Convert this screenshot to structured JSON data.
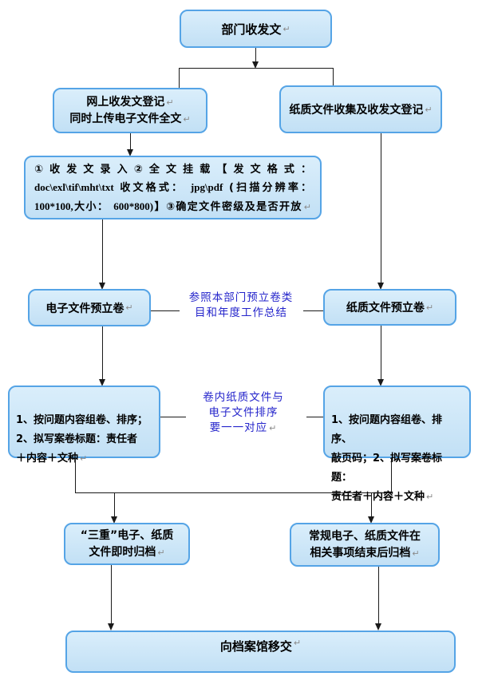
{
  "return_mark": "↵",
  "colors": {
    "node_fill_top": "#daeefb",
    "node_fill_bottom": "#c2e0f5",
    "node_border": "#55a4e6",
    "text": "#000000",
    "annotation": "#2424cb",
    "connector": "#1a1a1a",
    "return_mark_color": "#8a8a8a"
  },
  "nodes": {
    "n1": {
      "text": "部门收发文"
    },
    "n2": {
      "line1": "网上收发文登记",
      "line2": "同时上传电子文件全文"
    },
    "n3": {
      "text": "纸质文件收集及收发文登记"
    },
    "n4": {
      "l1": "①收发文录入②全文挂载【发文格式：",
      "l2a": "doc\\exl\\tif\\mht\\txt",
      "l2b": " 收文格式： ",
      "l2c": "jpg\\pdf",
      "l2d": " (扫描分辨率：",
      "l3a": "100*100,",
      "l3b": "大小： ",
      "l3c": "600*800)",
      "l3d": "】③确定文件密级及是否开放"
    },
    "n5": {
      "text": "电子文件预立卷"
    },
    "n6": {
      "text": "纸质文件预立卷"
    },
    "n7": {
      "text": "1、按问题内容组卷、排序；\n2、拟写案卷标题：责任者\n＋内容＋文种"
    },
    "n8": {
      "text": "1、按问题内容组卷、排序、\n敲页码；2、拟写案卷标题：\n责任者＋内容＋文种"
    },
    "n9": {
      "line1": "“三重”电子、纸质",
      "line2": "文件即时归档"
    },
    "n10": {
      "line1": "常规电子、纸质文件在",
      "line2": "相关事项结束后归档"
    },
    "n11": {
      "text": "向档案馆移交"
    }
  },
  "annotations": {
    "a1": {
      "text": "参照本部门预立卷类\n目和年度工作总结"
    },
    "a2": {
      "text": "卷内纸质文件与\n电子文件排序\n要一一对应"
    }
  }
}
